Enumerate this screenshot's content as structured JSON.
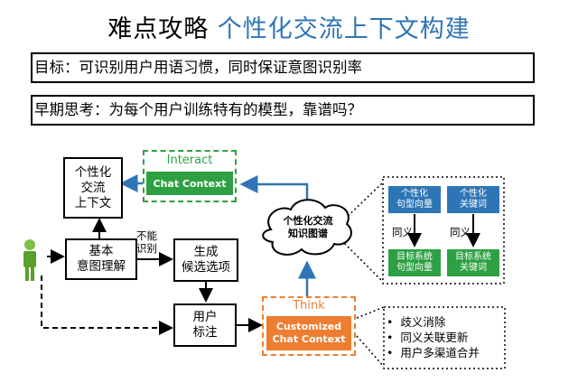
{
  "title": {
    "main": "难点攻略",
    "accent": "个性化交流上下文构建"
  },
  "goal_line": "目标：可识别用户用语习惯，同时保证意图识别率",
  "early_thought_line": "早期思考：为每个用户训练特有的模型，靠谱吗？",
  "diagram": {
    "context_box": "个性化\n交流\n上下文",
    "intent_box": "基本\n意图理解",
    "generate_box": "生成\n候选选项",
    "annotate_box": "用户\n标注",
    "not_recognized_label": "不能\n识别",
    "interact": {
      "frame_label": "Interact",
      "badge": "Chat Context"
    },
    "think": {
      "frame_label": "Think",
      "badge": "Customized\nChat Context"
    },
    "cloud_label": "个性化交流\n知识图谱",
    "graph": {
      "top_left": "个性化\n句型向量",
      "top_right": "个性化\n关键词",
      "bottom_left": "目标系统\n句型向量",
      "bottom_right": "目标系统\n关键词",
      "synonym_left": "同义",
      "synonym_right": "同义"
    },
    "bullets": [
      "歧义消除",
      "同义关联更新",
      "用户多渠道合并"
    ]
  },
  "colors": {
    "accent_blue": "#2e75b6",
    "interact_green": "#2ea043",
    "think_orange": "#ed7d31"
  }
}
